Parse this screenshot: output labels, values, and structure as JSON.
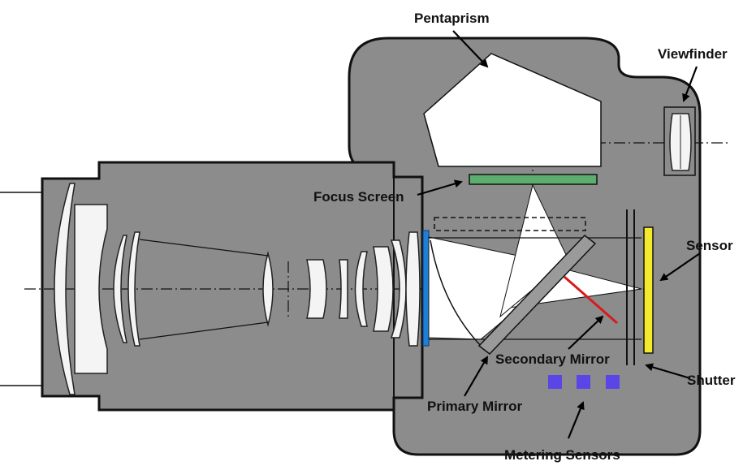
{
  "labels": {
    "pentaprism": "Pentaprism",
    "viewfinder": "Viewfinder",
    "focus_screen": "Focus Screen",
    "sensor": "Sensor",
    "secondary_mirror": "Secondary Mirror",
    "shutter": "Shutter",
    "primary_mirror": "Primary Mirror",
    "metering_sensors": "Metering Sensors"
  },
  "colors": {
    "body": "#8c8c8c",
    "outline": "#111111",
    "glass": "#f4f4f4",
    "focus_screen": "#5cae6e",
    "sensor": "#f2ea2a",
    "lens_rear_element": "#1f7fd6",
    "secondary_mirror": "#d81a1a",
    "metering_sensors": "#5a46e6"
  }
}
